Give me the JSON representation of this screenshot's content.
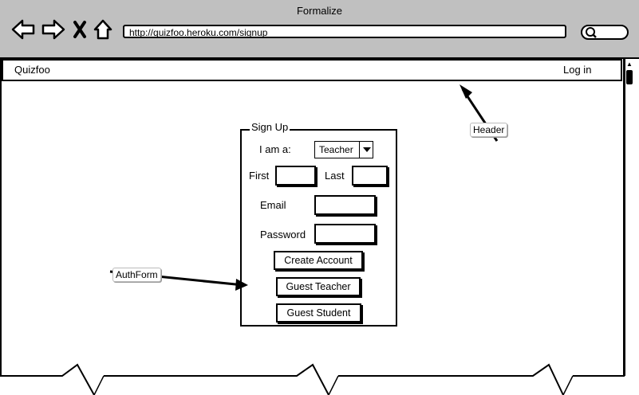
{
  "window": {
    "title": "Formalize"
  },
  "toolbar": {
    "url": "http://quizfoo.heroku.com/signup"
  },
  "nav": {
    "brand": "Quizfoo",
    "login": "Log in"
  },
  "callouts": {
    "header": "Header",
    "authform": "AuthForm"
  },
  "form": {
    "legend": "Sign Up",
    "role_label": "I am a:",
    "role_value": "Teacher",
    "first_label": "First",
    "last_label": "Last",
    "email_label": "Email",
    "password_label": "Password",
    "create_button": "Create Account",
    "guest_teacher_button": "Guest Teacher",
    "guest_student_button": "Guest Student"
  }
}
